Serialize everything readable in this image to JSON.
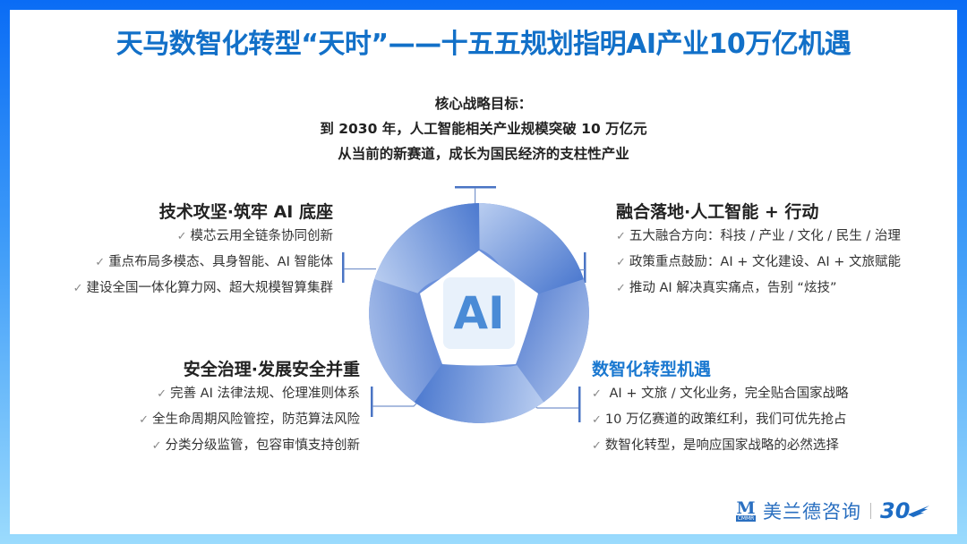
{
  "title": "天马数智化转型“天时”——十五五规划指明AI产业10万亿机遇",
  "goal": {
    "heading": "核心战略目标：",
    "line1": "到 2030 年，人工智能相关产业规模突破  10 万亿元",
    "line2": "从当前的新赛道，成长为国民经济的支柱性产业"
  },
  "center_badge": "AI",
  "sections": {
    "tech": {
      "title": "技术攻坚·筑牢 AI 底座",
      "items": [
        "模芯云用全链条协同创新",
        "重点布局多模态、具身智能、AI 智能体",
        "建设全国一体化算力网、超大规模智算集群"
      ]
    },
    "fusion": {
      "title": "融合落地·人工智能 + 行动",
      "items": [
        "五大融合方向：科技 / 产业 / 文化 / 民生 / 治理",
        "政策重点鼓励：AI + 文化建设、AI + 文旅赋能",
        "推动 AI 解决真实痛点，告别 “炫技”"
      ]
    },
    "security": {
      "title": "安全治理·发展安全并重",
      "items": [
        "完善 AI 法律法规、伦理准则体系",
        "全生命周期风险管控，防范算法风险",
        "分类分级监管，包容审慎支持创新"
      ]
    },
    "opportunity": {
      "title": "数智化转型机遇",
      "items": [
        " AI + 文旅 / 文化业务，完全贴合国家战略",
        "10 万亿赛道的政策红利，我们可优先抢占",
        "数智化转型，是响应国家战略的必然选择"
      ]
    }
  },
  "check_icon": "✓",
  "footer": {
    "logo_mark": "M",
    "logo_sub": "CMMR",
    "brand": "美兰德咨询",
    "anniversary": "30"
  },
  "colors": {
    "title_blue": "#1270c8",
    "accent_blue": "#1a78d0",
    "ring_blue": "#4d7fd4",
    "connector": "#4a74c4"
  }
}
